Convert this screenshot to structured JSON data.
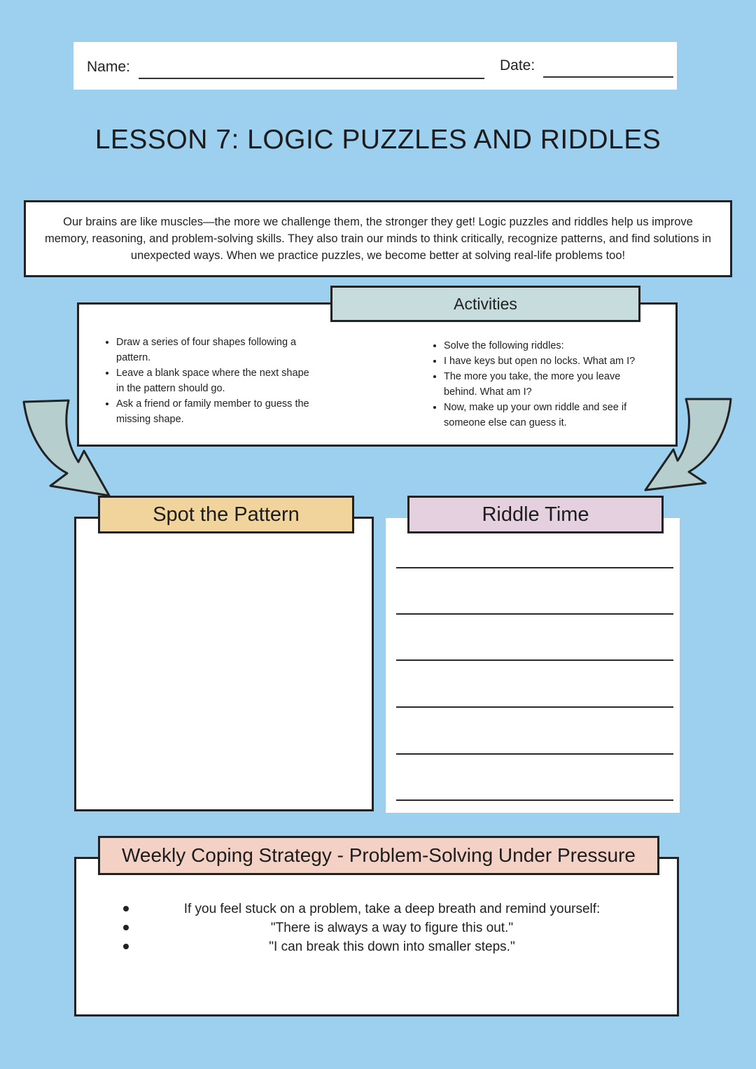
{
  "header": {
    "name_label": "Name:",
    "date_label": "Date:"
  },
  "title": "LESSON 7: LOGIC PUZZLES AND RIDDLES",
  "intro": "Our brains are like muscles—the more we challenge them, the stronger they get! Logic puzzles and riddles help us improve memory, reasoning, and problem-solving skills. They also train our minds to think critically, recognize patterns, and find solutions in unexpected ways. When we practice puzzles, we become better at solving real-life problems too!",
  "activities": {
    "heading": "Activities",
    "left_items": [
      "Draw a series of four shapes following a pattern.",
      "Leave a blank space where the next shape in the pattern should go.",
      "Ask a friend or family member to guess the missing shape."
    ],
    "right_items": [
      "Solve the following riddles:",
      "I have keys but open no locks. What am I?",
      "The more you take, the more you leave behind. What am I?",
      "Now, make up your own riddle and see if someone else can guess it."
    ]
  },
  "pattern_section": {
    "heading": "Spot the Pattern"
  },
  "riddle_section": {
    "heading": "Riddle Time"
  },
  "coping": {
    "heading": "Weekly Coping Strategy - Problem-Solving Under Pressure",
    "items": [
      "If you feel stuck on a problem, take a deep breath and remind yourself:",
      "\"There is always a way to figure this out.\"",
      "\"I can break this down into smaller steps.\""
    ]
  },
  "colors": {
    "background": "#9dcfef",
    "activities_tab": "#c7dcdc",
    "pattern_tab": "#f0d49c",
    "riddle_tab": "#e4d0de",
    "coping_tab": "#f3d1c5"
  }
}
